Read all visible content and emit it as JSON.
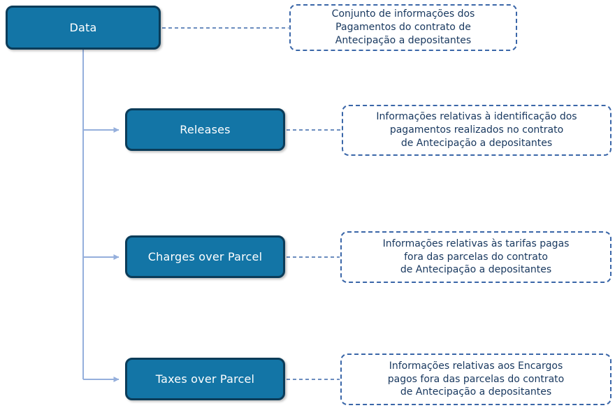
{
  "colors": {
    "node_fill": "#1375A6",
    "node_border": "#0B3C59",
    "node_text": "#FFFFFF",
    "note_text": "#17375E",
    "note_border": "#3A66A8",
    "connector": "#95AFDC"
  },
  "nodes": [
    {
      "label": "Data",
      "note_lines": [
        "Conjunto de informações dos",
        "Pagamentos do contrato de",
        "Antecipação a depositantes"
      ]
    },
    {
      "label": "Releases",
      "note_lines": [
        "Informações relativas à identificação dos",
        "pagamentos realizados no contrato",
        "de Antecipação a depositantes"
      ]
    },
    {
      "label": "Charges over Parcel",
      "note_lines": [
        "Informações relativas às tarifas pagas",
        "fora das parcelas do contrato",
        "de Antecipação a depositantes"
      ]
    },
    {
      "label": "Taxes over Parcel",
      "note_lines": [
        "Informações relativas aos Encargos",
        "pagos fora das parcelas do contrato",
        "de Antecipação a depositantes"
      ]
    }
  ]
}
